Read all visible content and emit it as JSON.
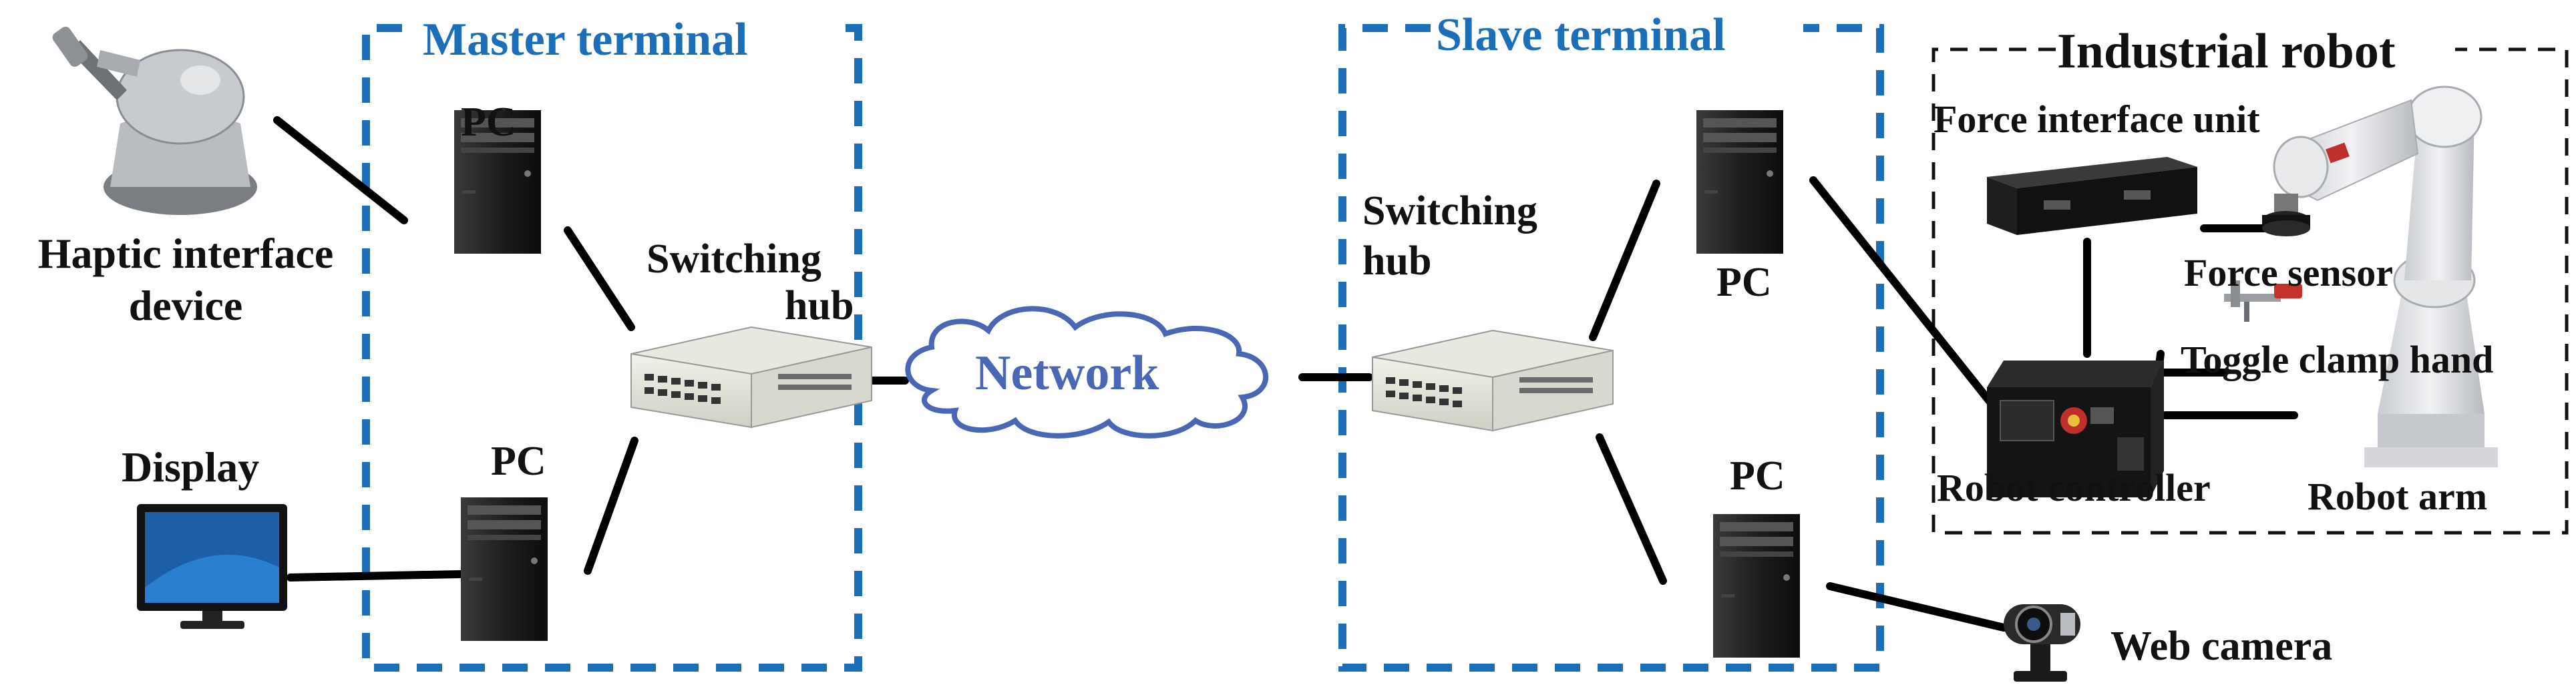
{
  "master": {
    "title": "Master terminal",
    "pc_top": "PC",
    "pc_bottom": "PC",
    "hub_line1": "Switching",
    "hub_line2": "hub"
  },
  "haptic": {
    "line1": "Haptic interface",
    "line2": "device"
  },
  "display": "Display",
  "network": "Network",
  "slave": {
    "title": "Slave terminal",
    "pc_top": "PC",
    "pc_bottom": "PC",
    "hub_line1": "Switching",
    "hub_line2": "hub"
  },
  "robot": {
    "title": "Industrial robot",
    "force_interface": "Force interface unit",
    "force_sensor": "Force sensor",
    "toggle_clamp": "Toggle clamp hand",
    "controller": "Robot controller",
    "arm": "Robot arm"
  },
  "web_camera": "Web camera",
  "colors": {
    "terminal_border": "#1a6fb8",
    "network_text": "#4a67b5",
    "lines": "#000000"
  }
}
